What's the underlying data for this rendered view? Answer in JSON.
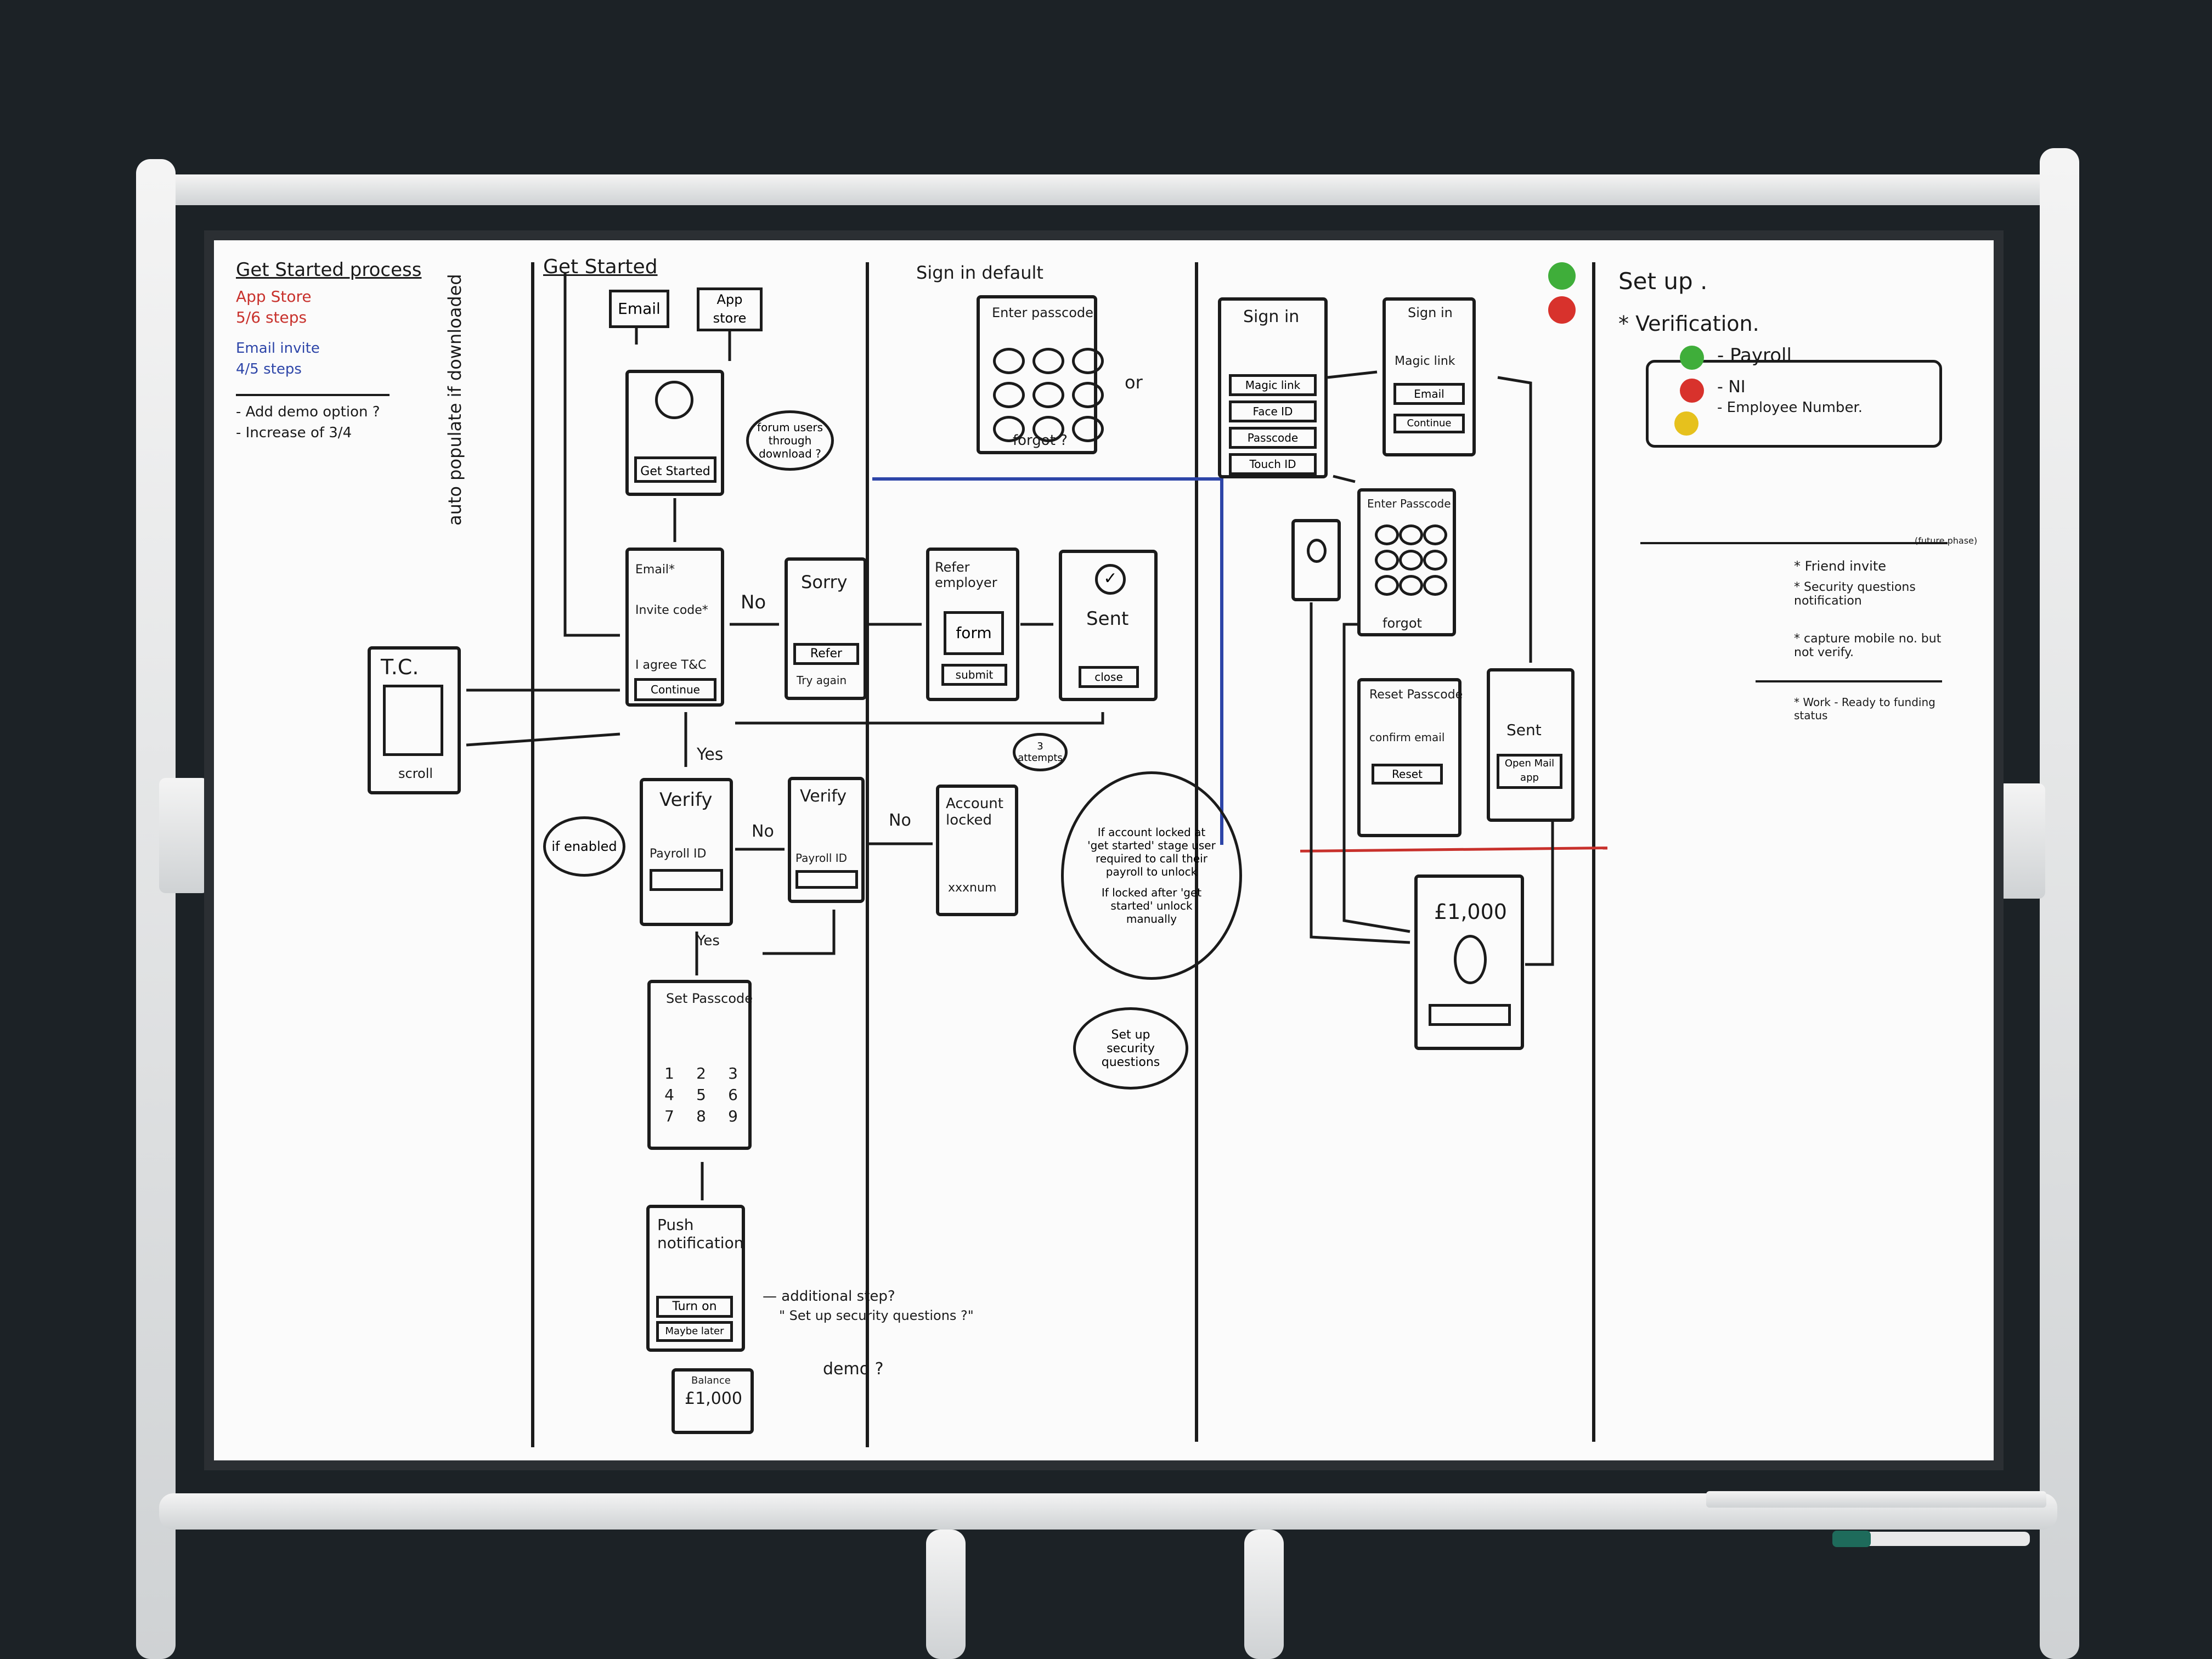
{
  "lane_titles": {
    "process": "Get Started process",
    "get_started": "Get Started",
    "sign_in_default": "Sign in default",
    "set_up": "Set up ."
  },
  "notes_left": {
    "app_store": "App Store",
    "app_store_steps": "5/6 steps",
    "email_invite": "Email invite",
    "email_invite_steps": "4/5 steps",
    "add_demo": "- Add demo option ?",
    "increase": "- Increase of 3/4"
  },
  "get_started_flow": {
    "email": "Email",
    "app_store": "App store",
    "get_started_btn": "Get Started",
    "auto_populate": "auto populate if downloaded",
    "bubble_question": "forum users through download ?",
    "form_email": "Email*",
    "invite_code": "Invite code*",
    "agree": "I agree T&C",
    "continue": "Continue",
    "no_1": "No",
    "sorry": "Sorry",
    "refer": "Refer",
    "try_again": "Try again",
    "refer_employer": "Refer employer",
    "form": "form",
    "submit": "submit",
    "sent": "Sent",
    "close": "close",
    "tc": "T.C.",
    "scroll": "scroll",
    "yes": "Yes",
    "if_enabled": "if enabled",
    "verify": "Verify",
    "payroll_id": "Payroll ID",
    "no_2": "No",
    "verify_2": "Verify",
    "payroll_id_2": "Payroll ID",
    "no_3": "No",
    "account_locked": "Account locked",
    "xxxnum": "xxxnum",
    "attempts": "3 attempts",
    "locked_note_1": "If account locked at 'get started' stage user required to call their payroll to unlock",
    "locked_note_2": "If locked after 'get started' unlock manually",
    "security_bubble": "Set up security questions",
    "yes_2": "Yes",
    "set_passcode": "Set Passcode",
    "keys": [
      "1",
      "2",
      "3",
      "4",
      "5",
      "6",
      "7",
      "8",
      "9"
    ],
    "push": "Push notification",
    "turn_on": "Turn on",
    "maybe_later": "Maybe later",
    "additional_step": "— additional step?",
    "security_q": "\" Set up security questions ?\"",
    "demo": "demo ?",
    "balance_label": "Balance",
    "balance": "£1,000"
  },
  "sign_in_flow": {
    "enter_passcode": "Enter passcode",
    "forgot": "forgot ?",
    "or": "or",
    "sign_in": "Sign in",
    "magic_link": "Magic link",
    "face_id": "Face ID",
    "passcode": "Passcode",
    "touch_id": "Touch ID",
    "sign_in_2": "Sign in",
    "magic_link_2": "Magic link",
    "email": "Email",
    "continue": "Continue",
    "enter_passcode_2": "Enter Passcode",
    "forgot_2": "forgot",
    "reset_passcode": "Reset Passcode",
    "confirm_email": "confirm email",
    "reset": "Reset",
    "sent": "Sent",
    "open_mail_app": "Open Mail app",
    "balance": "£1,000"
  },
  "set_up": {
    "verification": "* Verification.",
    "payroll": "- Payroll",
    "ni": "- NI",
    "employee_number": "- Employee Number.",
    "future_phase": "(future phase)",
    "friend_invite": "* Friend invite",
    "security_questions": "* Security questions notification",
    "capture_mobile": "* capture mobile no. but not verify.",
    "work": "* Work - Ready to funding status"
  },
  "marker_colors": {
    "black": "#1b1b1b",
    "red": "#c8312c",
    "blue": "#2d45a8",
    "magnet_green": "#3fae3a",
    "magnet_red": "#d8322c",
    "magnet_yellow": "#e6c11d"
  }
}
